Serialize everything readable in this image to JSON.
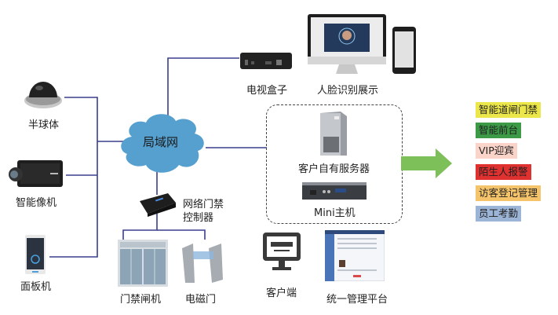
{
  "network": {
    "label": "局域网",
    "color": "#55a0cf"
  },
  "line_color": "#3a3e8c",
  "left_devices": [
    {
      "id": "dome",
      "label": "半球体",
      "icon": "dome-camera-icon"
    },
    {
      "id": "box",
      "label": "智能像机",
      "icon": "box-camera-icon"
    },
    {
      "id": "panel",
      "label": "面板机",
      "icon": "face-panel-icon"
    }
  ],
  "top_devices": [
    {
      "id": "tvbox",
      "label": "电视盒子",
      "icon": "tv-box-icon"
    },
    {
      "id": "display",
      "label": "人脸识别展示",
      "icon": "monitor-phone-icon"
    }
  ],
  "server_group": {
    "items": [
      {
        "label": "客户自有服务器",
        "icon": "tower-server-icon"
      },
      {
        "label": "Mini主机",
        "icon": "rack-host-icon"
      }
    ]
  },
  "controller": {
    "label_line1": "网络门禁",
    "label_line2": "控制器",
    "icon": "door-controller-icon"
  },
  "doors": [
    {
      "label": "门禁闸机",
      "icon": "glass-gate-icon"
    },
    {
      "label": "电磁门",
      "icon": "turnstile-icon"
    }
  ],
  "clients": [
    {
      "label": "客户端",
      "icon": "desktop-client-icon"
    },
    {
      "label": "统一管理平台",
      "icon": "management-platform-icon"
    }
  ],
  "arrow_color": "#7dc05a",
  "features": [
    {
      "label": "智能道闸门禁",
      "color": "#ebe64a"
    },
    {
      "label": "智能前台",
      "color": "#3d9b48"
    },
    {
      "label": "VIP迎宾",
      "color": "#fad4c8"
    },
    {
      "label": "陌生人报警",
      "color": "#e03131"
    },
    {
      "label": "访客登记管理",
      "color": "#f5c46a"
    },
    {
      "label": "员工考勤",
      "color": "#9cb5d6"
    }
  ]
}
